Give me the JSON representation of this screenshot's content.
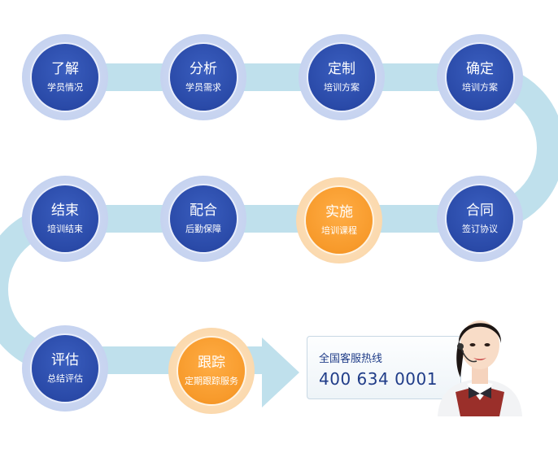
{
  "steps": [
    {
      "title": "了解",
      "sub": "学员情况"
    },
    {
      "title": "分析",
      "sub": "学员需求"
    },
    {
      "title": "定制",
      "sub": "培训方案"
    },
    {
      "title": "确定",
      "sub": "培训方案"
    },
    {
      "title": "合同",
      "sub": "签订协议"
    },
    {
      "title": "实施",
      "sub": "培训课程"
    },
    {
      "title": "配合",
      "sub": "后勤保障"
    },
    {
      "title": "结束",
      "sub": "培训结束"
    },
    {
      "title": "评估",
      "sub": "总结评估"
    },
    {
      "title": "跟踪",
      "sub": "定期跟踪服务"
    }
  ],
  "hotline": {
    "label": "全国客服热线",
    "number": "400 634 0001"
  },
  "colors": {
    "path": "#bfe0ec",
    "blue": "#2a4aa8",
    "orange": "#f79a2b",
    "text_blue": "#1f3c88"
  }
}
